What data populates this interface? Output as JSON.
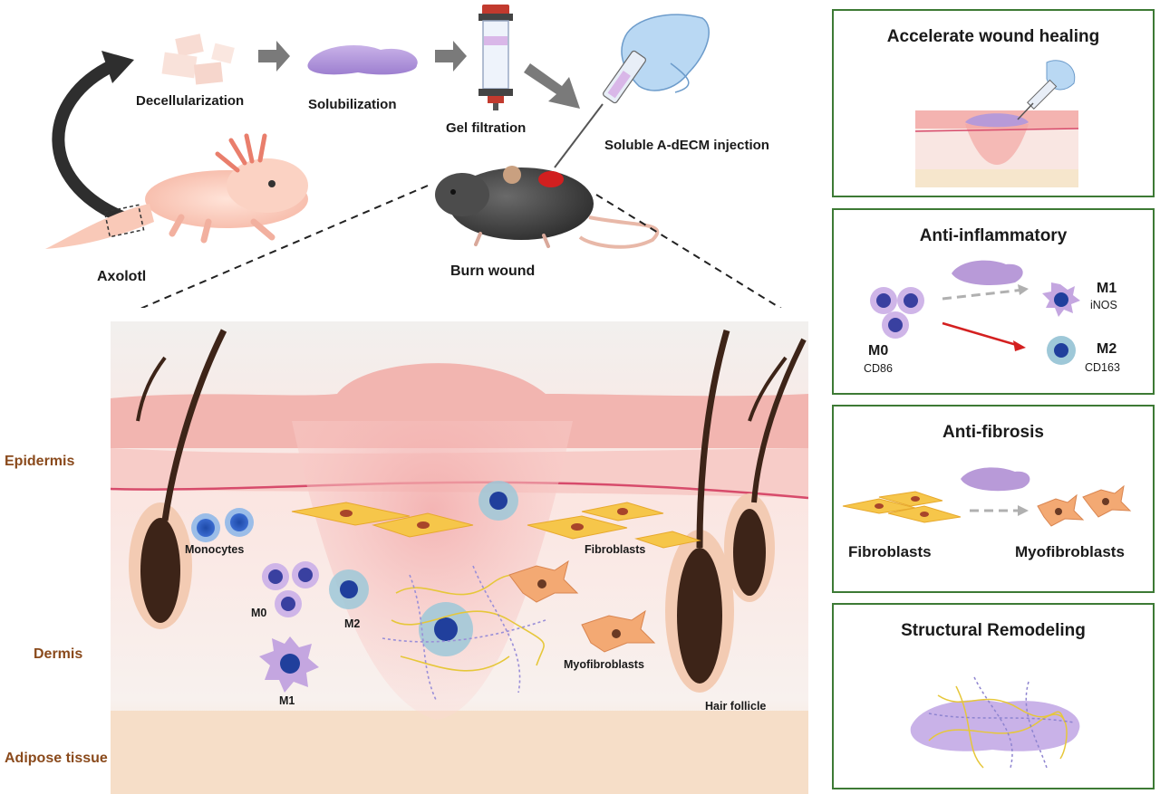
{
  "workflow": {
    "decellularization": "Decellularization",
    "solubilization": "Solubilization",
    "gel_filtration": "Gel filtration",
    "injection": "Soluble A-dECM injection",
    "axolotl": "Axolotl",
    "burn_wound": "Burn wound"
  },
  "skin": {
    "layers": {
      "epidermis": "Epidermis",
      "dermis": "Dermis",
      "adipose": "Adipose tissue"
    },
    "cells": {
      "monocytes": "Monocytes",
      "m0": "M0",
      "m2": "M2",
      "m1": "M1",
      "fibroblasts": "Fibroblasts",
      "myofibroblasts": "Myofibroblasts",
      "hair_follicle": "Hair follicle"
    }
  },
  "panels": {
    "healing": {
      "title": "Accelerate wound healing"
    },
    "inflammatory": {
      "title": "Anti-inflammatory",
      "m0": "M0",
      "cd86": "CD86",
      "m1": "M1",
      "inos": "iNOS",
      "m2": "M2",
      "cd163": "CD163"
    },
    "fibrosis": {
      "title": "Anti-fibrosis",
      "fibroblasts": "Fibroblasts",
      "myofibroblasts": "Myofibroblasts"
    },
    "remodeling": {
      "title": "Structural Remodeling"
    }
  },
  "colors": {
    "panel_border": "#3d7a35",
    "layer_label": "#8a4a1c",
    "red_arrow": "#d42020",
    "dashed_arrow": "#b0b0b0",
    "ecm_purple": "#b89ad8"
  }
}
